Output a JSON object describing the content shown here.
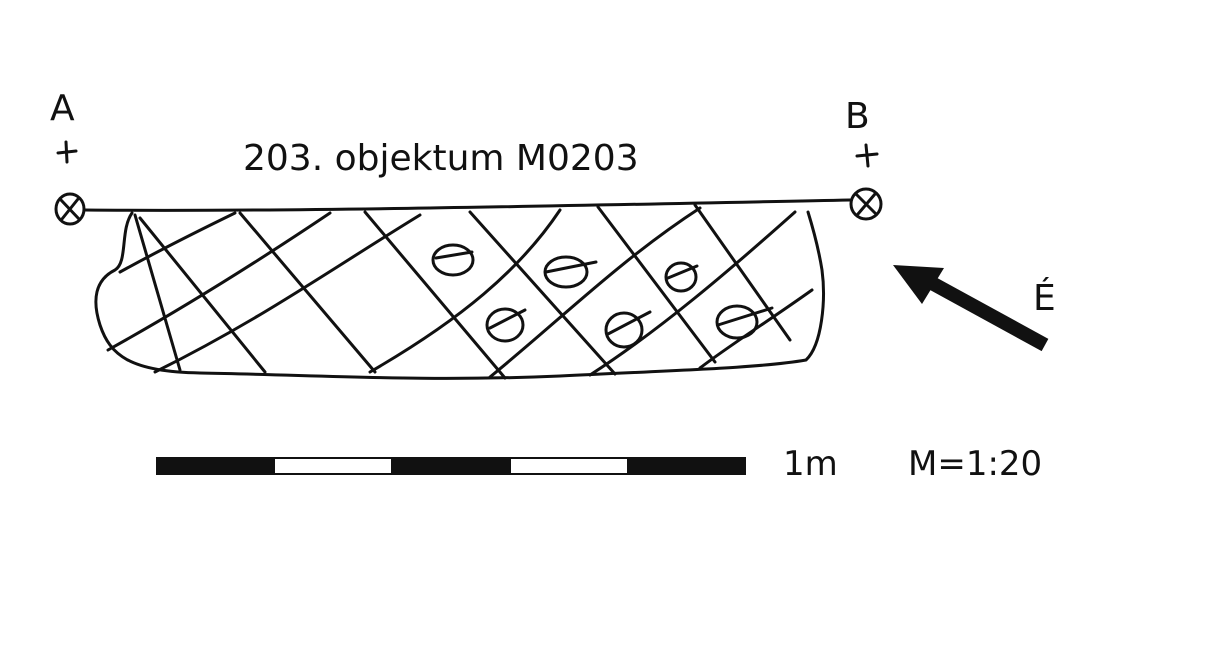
{
  "labels": {
    "point_a": "A",
    "point_b": "B",
    "title": "203. objektum M0203",
    "north": "É",
    "scale_length": "1m",
    "scale_ratio": "M=1:20"
  },
  "scale_bar": {
    "segments": [
      "black",
      "white",
      "black",
      "white",
      "black"
    ]
  },
  "colors": {
    "ink": "#111111",
    "background": "#ffffff"
  }
}
